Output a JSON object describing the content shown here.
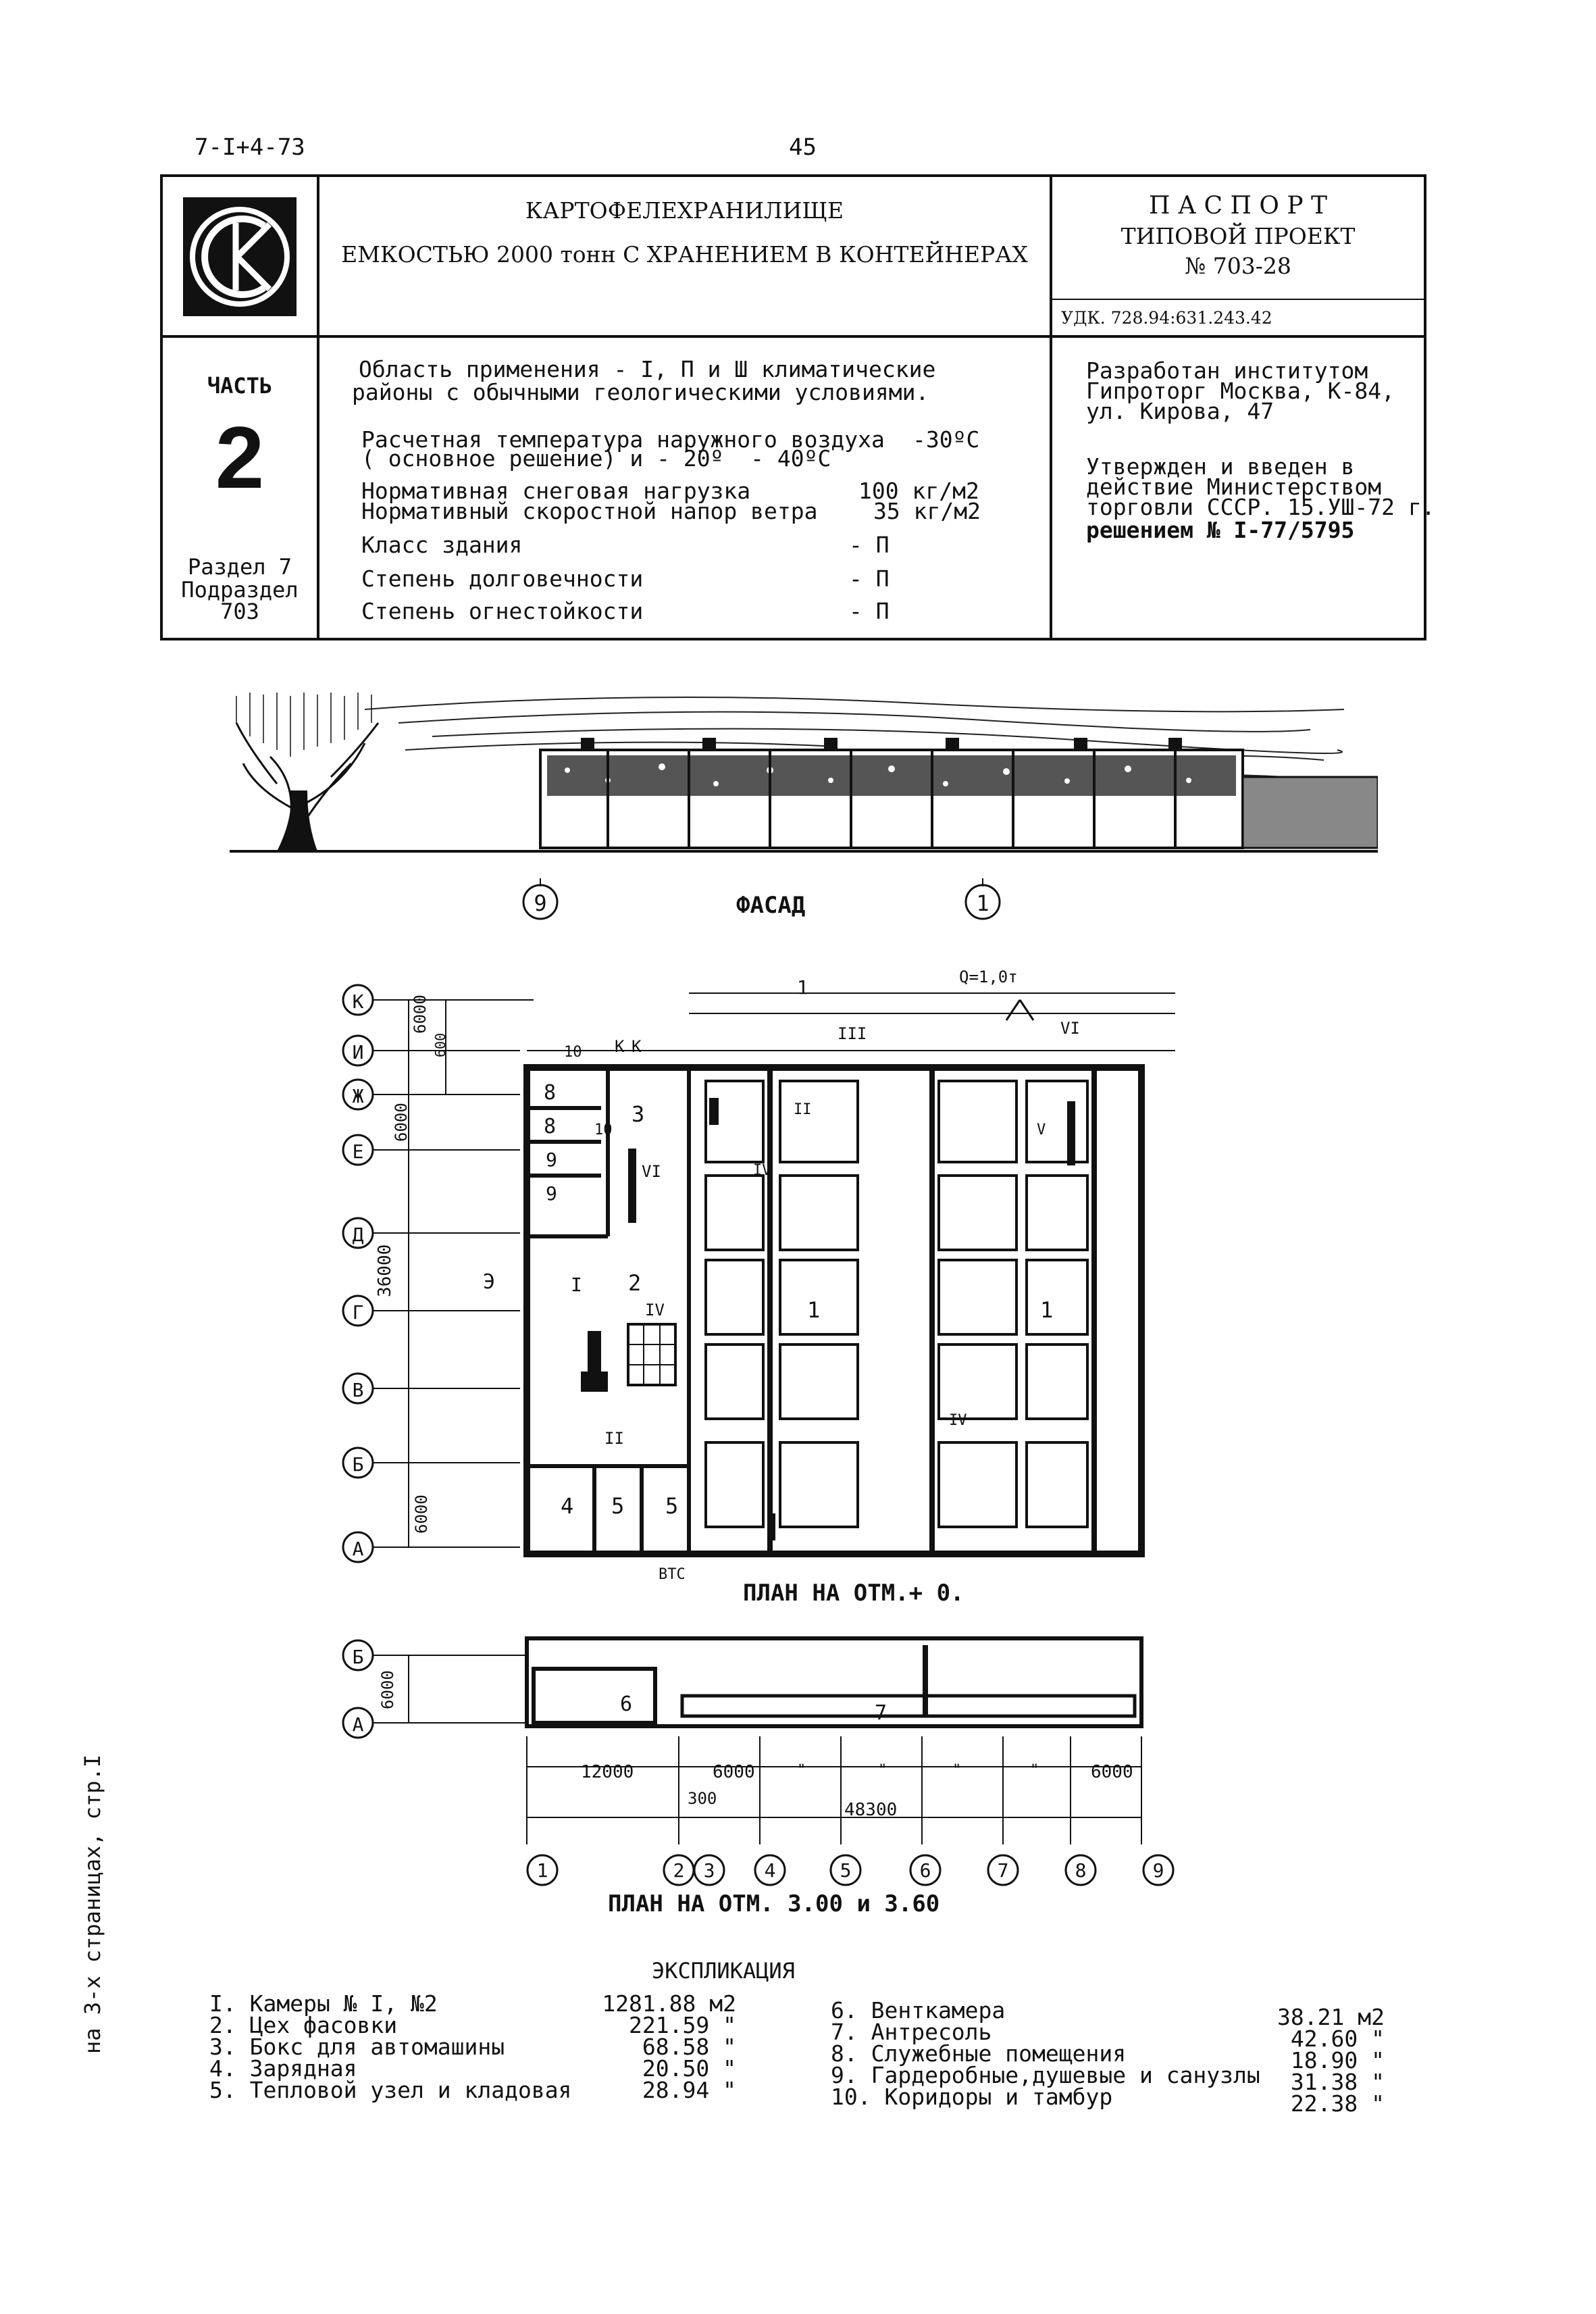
{
  "header": {
    "doc_code": "7-I+4-73",
    "page_number": "45"
  },
  "title_block": {
    "title_line1": "КАРТОФЕЛЕХРАНИЛИЩЕ",
    "title_line2": "ЕМКОСТЬЮ 2000 тонн С ХРАНЕНИЕМ В КОНТЕЙНЕРАХ",
    "passport": "П А С П О Р Т",
    "typical_project": "ТИПОВОЙ ПРОЕКТ",
    "project_number": "№ 703-28",
    "udk": "УДК. 728.94:631.243.42",
    "part_label": "ЧАСТЬ",
    "part_number": "2",
    "section_line1": "Раздел 7",
    "section_line2": "Подраздел",
    "section_line3": "703",
    "application_line1": "Область применения - I, П и Ш климатические",
    "application_line2": "районы с обычными геологическими условиями.",
    "temp_line1": "Расчетная температура наружного воздуха",
    "temp_value1": "-30ºC",
    "temp_line2": "( основное решение) и - 20º  - 40ºC",
    "snow_label": "Нормативная снеговая нагрузка",
    "snow_value": "100 кг/м2",
    "wind_label": "Нормативный скоростной напор ветра",
    "wind_value": "35 кг/м2",
    "class_label": "Класс здания",
    "class_value": "- П",
    "durability_label": "Степень долговечности",
    "durability_value": "- П",
    "fire_label": "Степень огнестойкости",
    "fire_value": "- П",
    "developer_line1": "Разработан институтом",
    "developer_line2": "Гипроторг Москва, К-84,",
    "developer_line3": "ул. Кирова, 47",
    "approved_line1": "Утвержден и введен в",
    "approved_line2": "действие Министерством",
    "approved_line3": "торговли СССР. 15.УШ-72 г.",
    "approved_line4": "решением № I-77/5795"
  },
  "facade": {
    "caption": "ФАСАД",
    "axis_left": "9",
    "axis_right": "1"
  },
  "plan_ground": {
    "caption": "ПЛАН НА ОТМ.+ 0.",
    "axes_rows": [
      "К",
      "И",
      "Ж",
      "Е",
      "Д",
      "Г",
      "В",
      "Б",
      "А"
    ],
    "dim_6000_top": "6000",
    "dim_600": "600",
    "dim_6000_zhe": "6000",
    "dim_36000": "36000",
    "dim_6000_bottom": "6000",
    "crane_label": "Q=1,0т",
    "section_mark": "1",
    "btc_label": "ВТС",
    "entry_label": "Э",
    "room_3": "3",
    "room_2": "2",
    "room_1a": "1",
    "room_1b": "1",
    "room_4": "4",
    "room_5a": "5",
    "room_5b": "5",
    "room_8a": "8",
    "room_8b": "8",
    "room_9a": "9",
    "room_9b": "9",
    "room_10a": "10",
    "room_10b": "10",
    "mark_I": "I",
    "mark_II_a": "II",
    "mark_II_b": "II",
    "mark_III": "III",
    "mark_IV_a": "IV",
    "mark_IV_b": "IV",
    "mark_IV_c": "IV",
    "mark_V": "V",
    "mark_VI_a": "VI",
    "mark_VI_b": "VI",
    "mark_K1": "К",
    "mark_K2": "К"
  },
  "plan_upper": {
    "caption": "ПЛАН НА ОТМ. 3.00 и 3.60",
    "axes_rows": [
      "Б",
      "А"
    ],
    "dim_6000": "6000",
    "room_6": "6",
    "room_7": "7",
    "dims_bottom": [
      "12000",
      "6000",
      "\"",
      "\"",
      "\"",
      "\"",
      "6000"
    ],
    "dim_300": "300",
    "dim_total": "48300",
    "axes_cols": [
      "1",
      "2",
      "3",
      "4",
      "5",
      "6",
      "7",
      "8",
      "9"
    ]
  },
  "explication": {
    "title": "ЭКСПЛИКАЦИЯ",
    "left": [
      {
        "label": "I. Камеры № I, №2",
        "value": "1281.88 м2"
      },
      {
        "label": "2. Цех фасовки",
        "value": "221.59 \""
      },
      {
        "label": "3. Бокс для автомашины",
        "value": "68.58 \""
      },
      {
        "label": "4. Зарядная",
        "value": "20.50 \""
      },
      {
        "label": "5. Тепловой узел и кладовая",
        "value": "28.94 \""
      }
    ],
    "right": [
      {
        "label": "6. Венткамера",
        "value": "38.21 м2"
      },
      {
        "label": "7. Антресоль",
        "value": "42.60 \""
      },
      {
        "label": "8. Служебные помещения",
        "value": "18.90 \""
      },
      {
        "label": "9. Гардеробные,душевые и санузлы",
        "value": "31.38 \""
      },
      {
        "label": "10. Коридоры и тамбур",
        "value": "22.38 \""
      }
    ]
  },
  "side_note": "на 3-х страницах, стр.I"
}
